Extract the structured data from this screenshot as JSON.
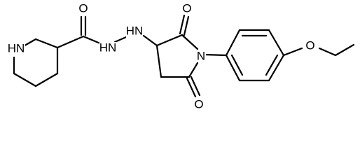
{
  "molecule": {
    "atoms": {
      "piperidine_nh": "HN",
      "carbonyl_o_left": "O",
      "hydrazide_nh_1": "HN",
      "hydrazide_nh_2": "HN",
      "imide_n": "N",
      "carbonyl_o_top": "O",
      "carbonyl_o_bottom": "O",
      "ether_o": "O"
    }
  }
}
